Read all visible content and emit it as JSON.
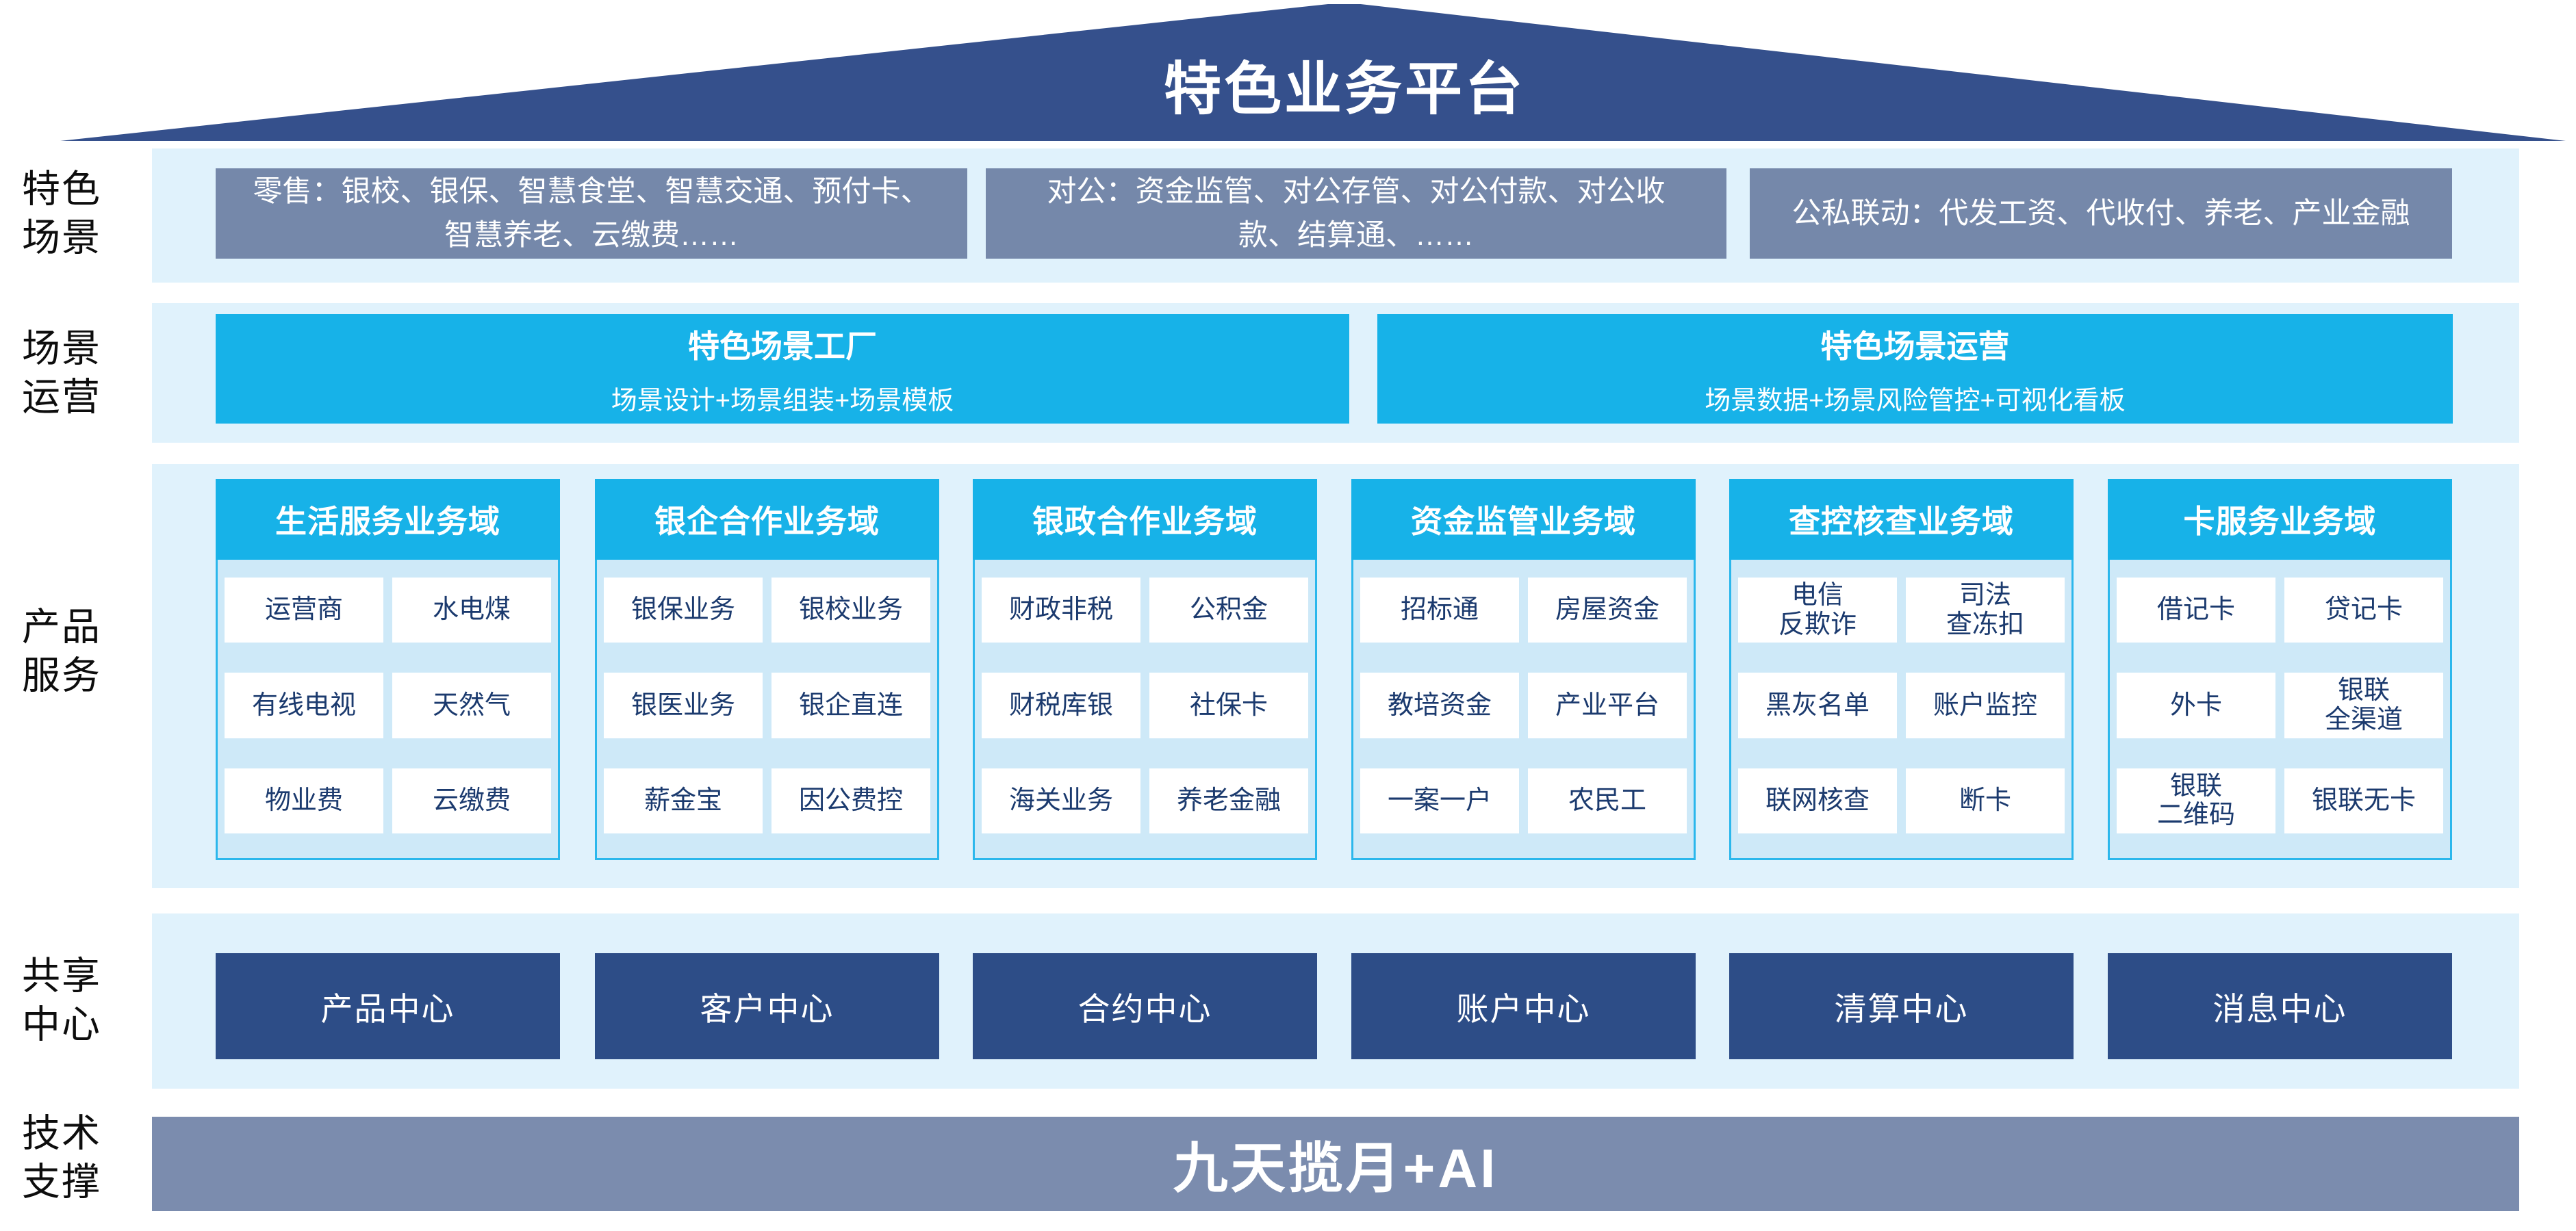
{
  "roof": {
    "title": "特色业务平台"
  },
  "sections": {
    "scene": {
      "label": "特色\n场景",
      "boxes": [
        "零售：银校、银保、智慧食堂、智慧交通、预付卡、智慧养老、云缴费……",
        "对公：资金监管、对公存管、对公付款、对公收款、结算通、……",
        "公私联动：代发工资、代收付、养老、产业金融"
      ]
    },
    "operation": {
      "label": "场景\n运营",
      "boxes": [
        {
          "title": "特色场景工厂",
          "subtitle": "场景设计+场景组装+场景模板"
        },
        {
          "title": "特色场景运营",
          "subtitle": "场景数据+场景风险管控+可视化看板"
        }
      ]
    },
    "products": {
      "label": "产品\n服务",
      "columns": [
        {
          "header": "生活服务业务域",
          "cells": [
            "运营商",
            "水电煤",
            "有线电视",
            "天然气",
            "物业费",
            "云缴费"
          ]
        },
        {
          "header": "银企合作业务域",
          "cells": [
            "银保业务",
            "银校业务",
            "银医业务",
            "银企直连",
            "薪金宝",
            "因公费控"
          ]
        },
        {
          "header": "银政合作业务域",
          "cells": [
            "财政非税",
            "公积金",
            "财税库银",
            "社保卡",
            "海关业务",
            "养老金融"
          ]
        },
        {
          "header": "资金监管业务域",
          "cells": [
            "招标通",
            "房屋资金",
            "教培资金",
            "产业平台",
            "一案一户",
            "农民工"
          ]
        },
        {
          "header": "查控核查业务域",
          "cells": [
            "电信\n反欺诈",
            "司法\n查冻扣",
            "黑灰名单",
            "账户监控",
            "联网核查",
            "断卡"
          ]
        },
        {
          "header": "卡服务业务域",
          "cells": [
            "借记卡",
            "贷记卡",
            "外卡",
            "银联\n全渠道",
            "银联\n二维码",
            "银联无卡"
          ]
        }
      ]
    },
    "centers": {
      "label": "共享\n中心",
      "boxes": [
        "产品中心",
        "客户中心",
        "合约中心",
        "账户中心",
        "清算中心",
        "消息中心"
      ]
    },
    "tech": {
      "label": "技术\n支撑",
      "bar": "九天揽月+AI"
    }
  },
  "colors": {
    "roof_navy": "#35508C",
    "scene_box_gray": "#7588AA",
    "cyan": "#17B2E8",
    "band_light_blue": "#E0F2FC",
    "column_body_blue": "#CEE9F8",
    "column_border_cyan": "#2BB7EC",
    "cell_text_navy": "#1B3A6E",
    "center_box_navy": "#2D4D87",
    "tech_bar_gray": "#7B8CAE"
  }
}
